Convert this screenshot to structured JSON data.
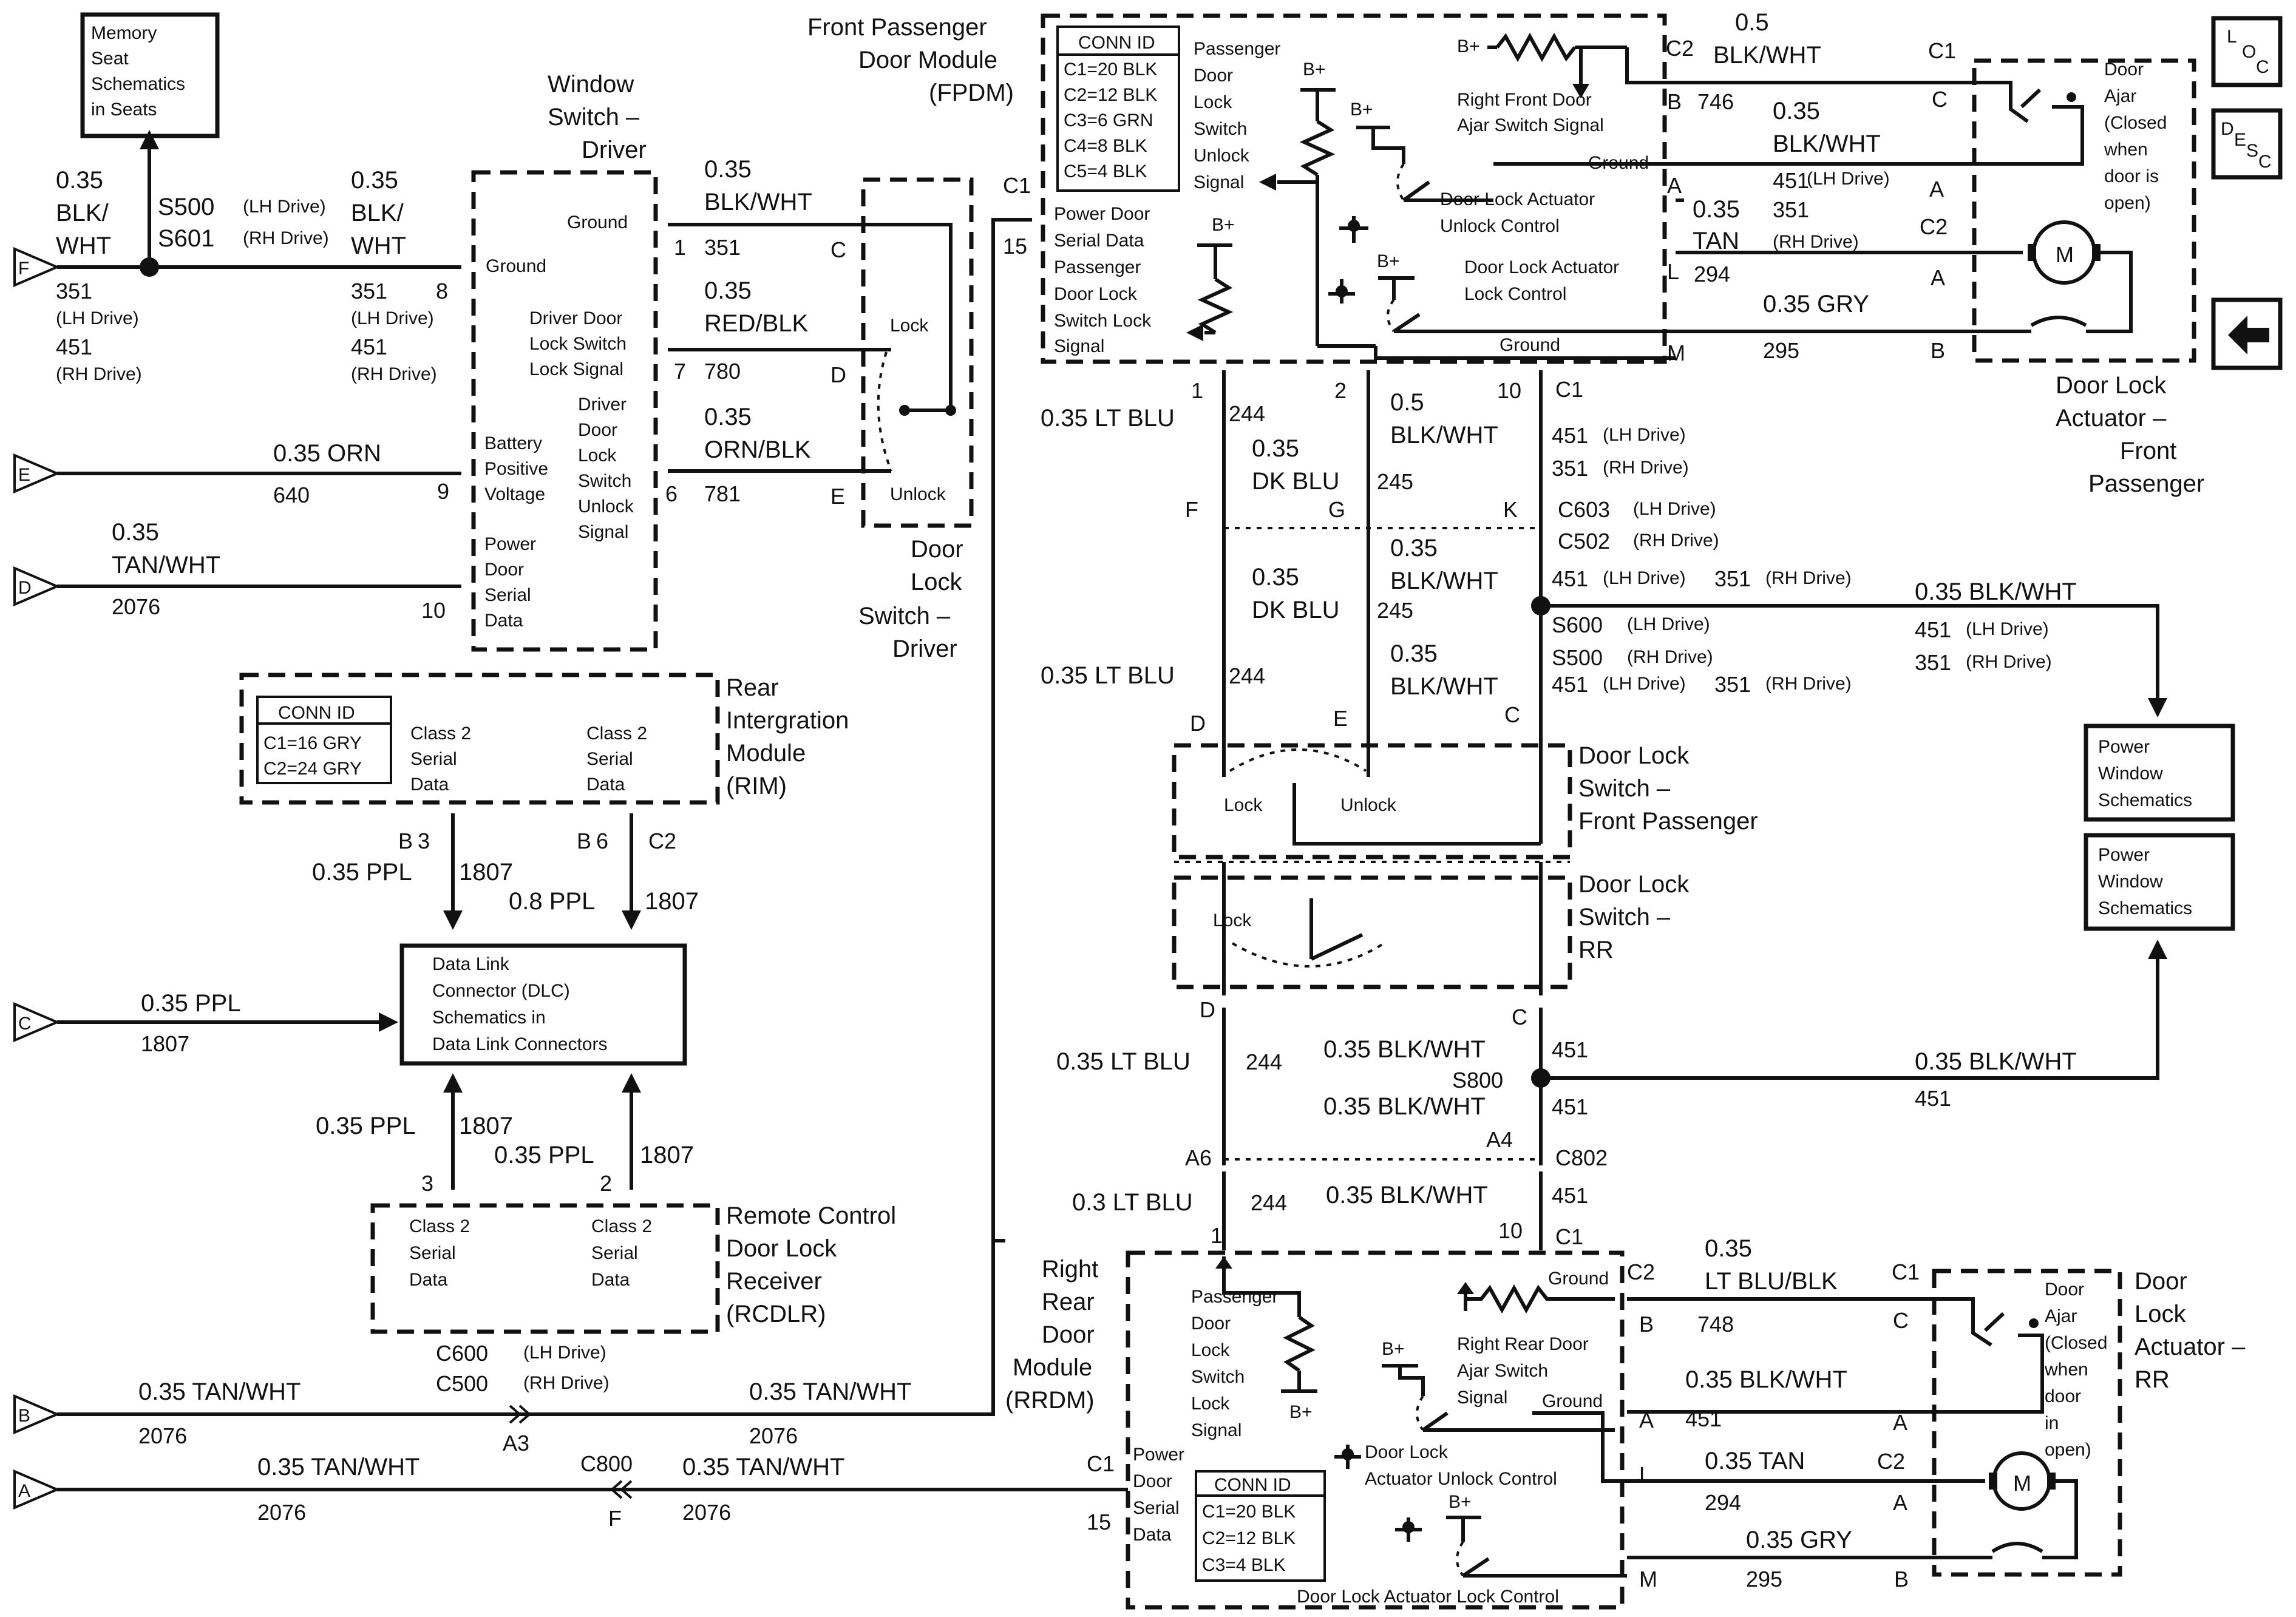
{
  "nav_icons": {
    "loc": [
      "L",
      "O",
      "C"
    ],
    "desc": [
      "D",
      "E",
      "S",
      "C"
    ],
    "back": "back-arrow-icon"
  },
  "components": {
    "memory_seat": [
      "Memory",
      "Seat",
      "Schematics",
      "in Seats"
    ],
    "window_switch_driver": [
      "Window",
      "Switch –",
      "Driver"
    ],
    "fpdm": [
      "Front Passenger",
      "Door Module",
      "(FPDM)"
    ],
    "fpdm_conn": [
      "CONN ID",
      "C1=20 BLK",
      "C2=12 BLK",
      "C3=6 GRN",
      "C4=8 BLK",
      "C5=4 BLK"
    ],
    "fpdm_unlock_signal": [
      "Passenger",
      "Door",
      "Lock",
      "Switch",
      "Unlock",
      "Signal"
    ],
    "fpdm_serial": [
      "Power Door",
      "Serial Data"
    ],
    "fpdm_lock_signal": [
      "Passenger",
      "Door Lock",
      "Switch Lock",
      "Signal"
    ],
    "right_front_ajar": [
      "Right Front Door",
      "Ajar Switch Signal"
    ],
    "unlock_control": [
      "Door Lock Actuator",
      "Unlock Control"
    ],
    "lock_control": [
      "Door Lock Actuator",
      "Lock Control"
    ],
    "ground": "Ground",
    "bplus": "B+",
    "door_ajar_front": [
      "Door",
      "Ajar",
      "(Closed",
      "when",
      "door is",
      "open)"
    ],
    "actuator_front": [
      "Door Lock",
      "Actuator –",
      "Front",
      "Passenger"
    ],
    "door_lock_switch_driver": [
      "Door",
      "Lock",
      "Switch –",
      "Driver"
    ],
    "driver_lock_signal": [
      "Driver Door",
      "Lock Switch",
      "Lock Signal"
    ],
    "driver_unlock_signal": [
      "Driver",
      "Door",
      "Lock",
      "Switch",
      "Unlock",
      "Signal"
    ],
    "battery_voltage": [
      "Battery",
      "Positive",
      "Voltage"
    ],
    "power_door_serial": [
      "Power",
      "Door",
      "Serial",
      "Data"
    ],
    "rim": [
      "Rear",
      "Intergration",
      "Module",
      "(RIM)"
    ],
    "rim_conn": [
      "CONN ID",
      "C1=16 GRY",
      "C2=24 GRY"
    ],
    "class2": [
      "Class 2",
      "Serial",
      "Data"
    ],
    "dlc": [
      "Data Link",
      "Connector (DLC)",
      "Schematics in",
      "Data Link Connectors"
    ],
    "rcdlr": [
      "Remote Control",
      "Door Lock",
      "Receiver",
      "(RCDLR)"
    ],
    "switch_fp": [
      "Door Lock",
      "Switch –",
      "Front Passenger"
    ],
    "switch_rr": [
      "Door Lock",
      "Switch –",
      "RR"
    ],
    "power_window": [
      "Power",
      "Window",
      "Schematics"
    ],
    "rrdm": [
      "Right",
      "Rear",
      "Door",
      "Module",
      "(RRDM)"
    ],
    "rrdm_conn": [
      "CONN ID",
      "C1=20 BLK",
      "C2=12 BLK",
      "C3=4 BLK"
    ],
    "rrdm_lock_signal": [
      "Passenger",
      "Door",
      "Lock",
      "Switch",
      "Lock",
      "Signal"
    ],
    "rrdm_serial": [
      "Power",
      "Door",
      "Serial",
      "Data"
    ],
    "right_rear_ajar": [
      "Right Rear Door",
      "Ajar Switch",
      "Signal"
    ],
    "rr_unlock_control": [
      "Door Lock",
      "Actuator Unlock Control"
    ],
    "rr_lock_control": "Door Lock Actuator Lock Control",
    "door_ajar_rr": [
      "Door",
      "Ajar",
      "(Closed",
      "when",
      "door",
      "in",
      "open)"
    ],
    "actuator_rr": [
      "Door",
      "Lock",
      "Actuator –",
      "RR"
    ],
    "lock": "Lock",
    "unlock": "Unlock",
    "motor": "M"
  },
  "wires": {
    "f_wire": [
      "0.35",
      "BLK/",
      "WHT"
    ],
    "splice_s500": "S500",
    "splice_s601": "S601",
    "lh_drive": "(LH Drive)",
    "rh_drive": "(RH Drive)",
    "c351": "351",
    "c451": "451",
    "orn": "0.35 ORN",
    "c640": "640",
    "tanwht_a": [
      "0.35",
      "TAN/WHT"
    ],
    "c2076": "2076",
    "blkwht": "0.35 BLK/WHT",
    "blkwht_slash": "BLK/WHT",
    "redblk": "RED/BLK",
    "ornblk": "ORN/BLK",
    "p035": "0.35",
    "p05": "0.5",
    "c780": "780",
    "c781": "781",
    "ppl": "0.35 PPL",
    "ppl08": "0.8 PPL",
    "c1807": "1807",
    "tanwht": "0.35 TAN/WHT",
    "ltblu": "0.35 LT BLU",
    "ltblu03": "0.3 LT BLU",
    "c244": "244",
    "dkblu": "DK BLU",
    "c245": "245",
    "c746": "746",
    "tan": "TAN",
    "c294": "294",
    "gry": "0.35 GRY",
    "c295": "295",
    "ltblublk": "LT BLU/BLK",
    "c748": "748",
    "tan035": "0.35 TAN",
    "s600": "S600",
    "s500b": "S500",
    "s800": "S800"
  },
  "connectors": {
    "c1": "C1",
    "c2": "C2",
    "c600": "C600",
    "c500": "C500",
    "c800": "C800",
    "c603": "C603",
    "c502": "C502",
    "c802": "C802",
    "a3": "A3",
    "a4": "A4",
    "a6": "A6",
    "A": "A",
    "B": "B",
    "C": "C",
    "D": "D",
    "E": "E",
    "F": "F",
    "G": "G",
    "K": "K",
    "L": "L",
    "M": "M",
    "n1": "1",
    "n2": "2",
    "n3": "3",
    "n6": "6",
    "n7": "7",
    "n8": "8",
    "n9": "9",
    "n10": "10",
    "n15": "15"
  },
  "sheet_refs": [
    "A",
    "B",
    "C",
    "D",
    "E",
    "F"
  ]
}
